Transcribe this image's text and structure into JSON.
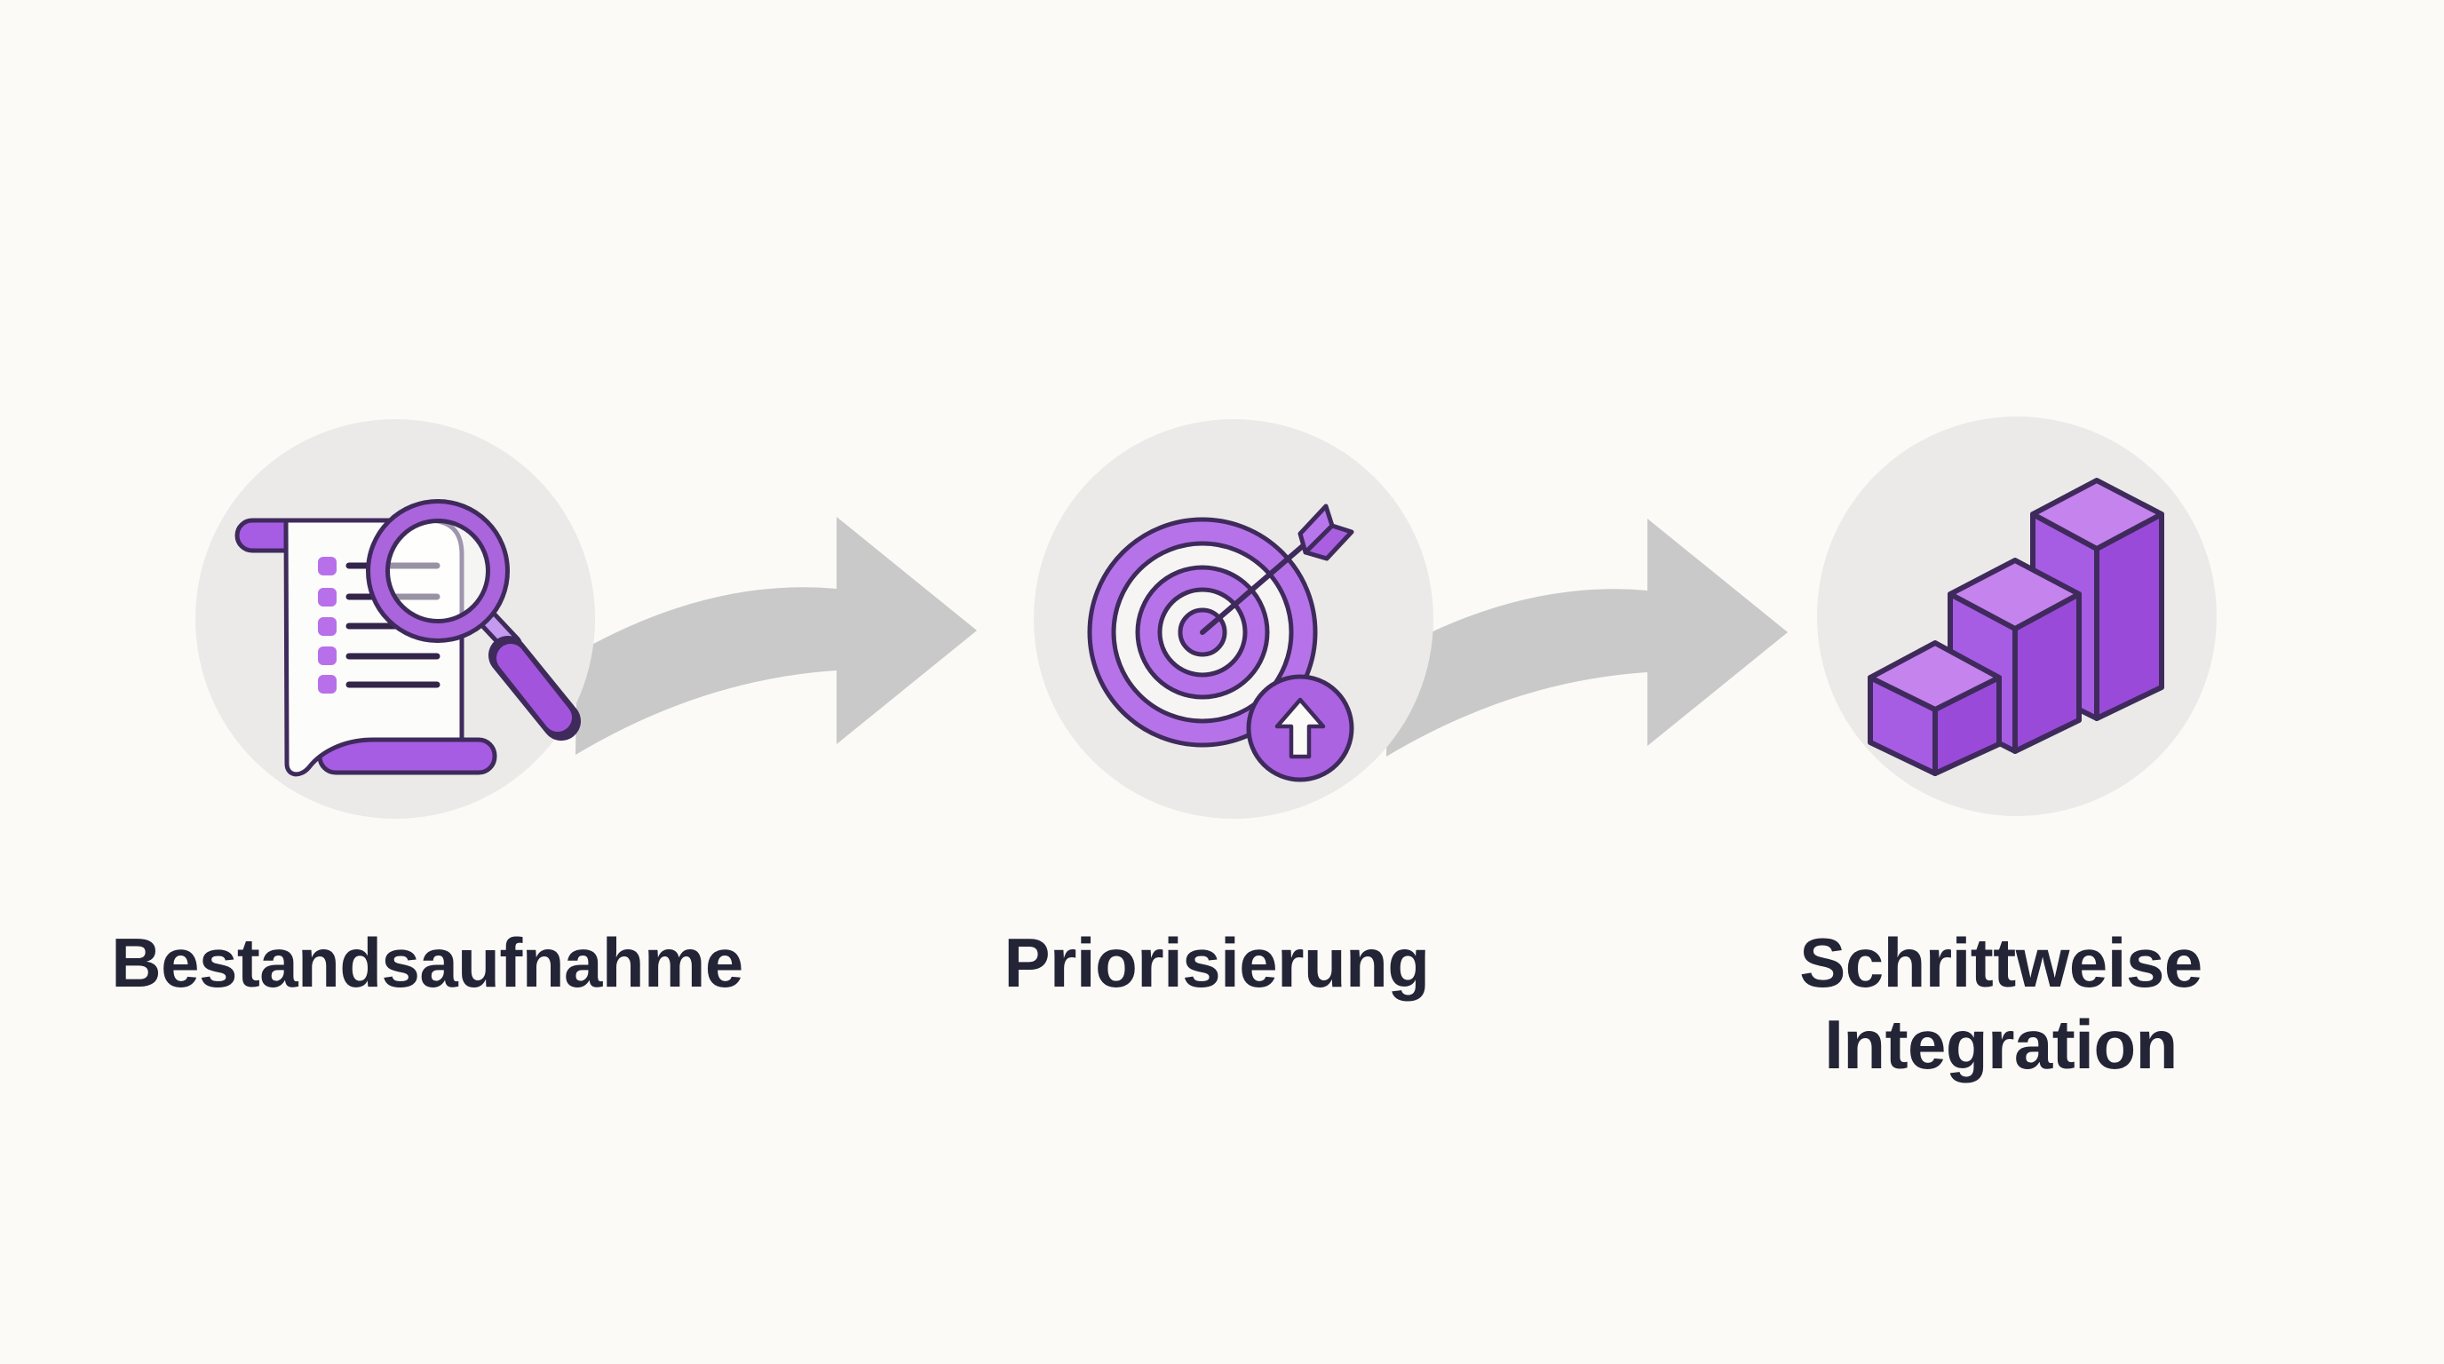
{
  "figure": {
    "type": "three-step-process-flow",
    "language": "de"
  },
  "steps": [
    {
      "label": "Bestandsaufnahme",
      "icon": "document-checklist-magnifier"
    },
    {
      "label": "Priorisierung",
      "icon": "bullseye-target-arrow-up"
    },
    {
      "label": "Schrittweise Integration",
      "icon": "ascending-3d-bars"
    }
  ],
  "connectors": [
    {
      "icon": "curved-right-arrow"
    },
    {
      "icon": "curved-right-arrow"
    }
  ],
  "palette": {
    "background": "#fbfaf7",
    "circle_fill": "#ebeae8",
    "connector_gray": "#c9c9c9",
    "purple_main": "#a75ce4",
    "purple_ring": "#b673e9",
    "purple_light_top": "#c583ee",
    "purple_dark_side": "#9a4ad8",
    "outline_dark": "#3f2a5c",
    "checklist_line": "#33244a",
    "text_color": "#232435"
  }
}
